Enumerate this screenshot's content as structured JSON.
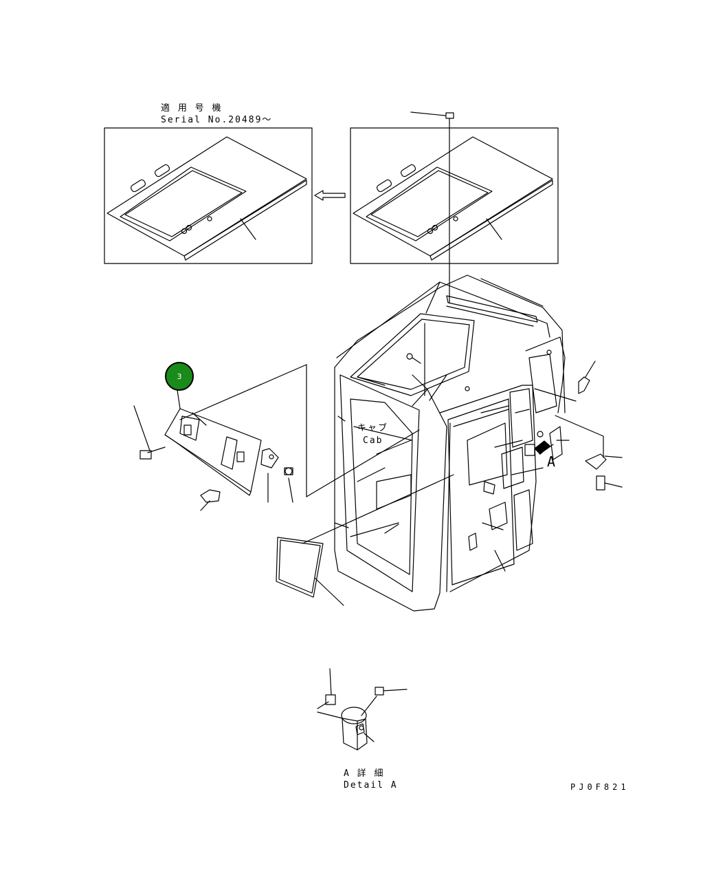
{
  "serial_note": {
    "jp": "適 用 号 機",
    "en": "Serial No.20489～"
  },
  "cab_label": {
    "jp": "キャブ",
    "en": "Cab"
  },
  "detail_marker": "A",
  "detail_caption": {
    "jp": "A 詳 細",
    "en": "Detail A"
  },
  "callout": {
    "number": "3",
    "color": "#1a8a1a"
  },
  "drawing_code": "PJ0F821"
}
